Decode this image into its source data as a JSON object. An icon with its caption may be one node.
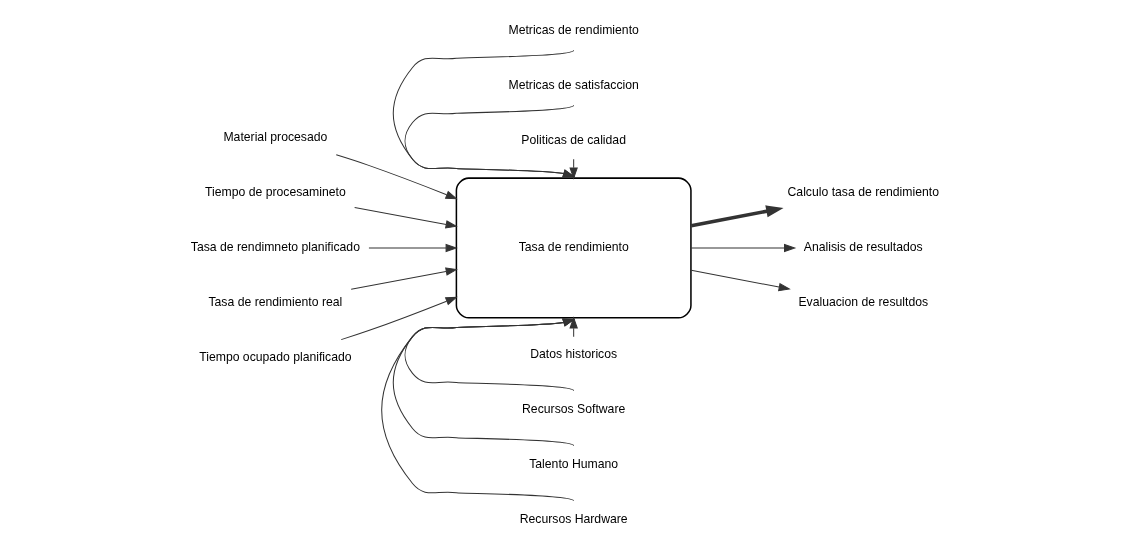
{
  "diagram": {
    "nodes": [
      {
        "text": [
          "Tasa de rendimiento"
        ]
      },
      {
        "text": [
          "Metricas de rendimiento"
        ]
      },
      {
        "text": [
          "Metricas de satisfaccion"
        ]
      },
      {
        "text": [
          "Politicas de calidad"
        ]
      },
      {
        "text": [
          "Material procesado"
        ]
      },
      {
        "text": [
          "Tiempo de procesamineto"
        ]
      },
      {
        "text": [
          "Tasa de rendimneto planificado"
        ]
      },
      {
        "text": [
          "Tasa de rendimiento real"
        ]
      },
      {
        "text": [
          "Tiempo ocupado planificado"
        ]
      },
      {
        "text": [
          "Calculo tasa de rendimiento"
        ]
      },
      {
        "text": [
          "Analisis de resultados"
        ]
      },
      {
        "text": [
          "Evaluacion de resultdos"
        ]
      },
      {
        "text": [
          "Recursos Hardware"
        ]
      },
      {
        "text": [
          "Talento Humano"
        ]
      },
      {
        "text": [
          "Recursos Software"
        ]
      },
      {
        "text": [
          "Datos historicos"
        ]
      }
    ],
    "edges": [
      {
        "from": 2,
        "to": 0,
        "arrow": "to"
      },
      {
        "from": 1,
        "to": 0,
        "arrow": "to"
      },
      {
        "from": 3,
        "to": 0,
        "arrow": "to"
      },
      {
        "from": 4,
        "to": 0,
        "arrow": "to"
      },
      {
        "from": 5,
        "to": 0,
        "arrow": "to"
      },
      {
        "from": 6,
        "to": 0,
        "arrow": "to"
      },
      {
        "from": 7,
        "to": 0,
        "arrow": "to"
      },
      {
        "from": 8,
        "to": 0,
        "arrow": "to"
      },
      {
        "from": 0,
        "to": 9,
        "arrow": "to",
        "style": "thick"
      },
      {
        "from": 0,
        "to": 10,
        "arrow": "to"
      },
      {
        "from": 0,
        "to": 11,
        "arrow": "to"
      },
      {
        "from": 12,
        "to": 0,
        "arrow": "to"
      },
      {
        "from": 13,
        "to": 0,
        "arrow": "to"
      },
      {
        "from": 14,
        "to": 0,
        "arrow": "to"
      },
      {
        "from": 15,
        "to": 0,
        "arrow": "to"
      }
    ]
  }
}
